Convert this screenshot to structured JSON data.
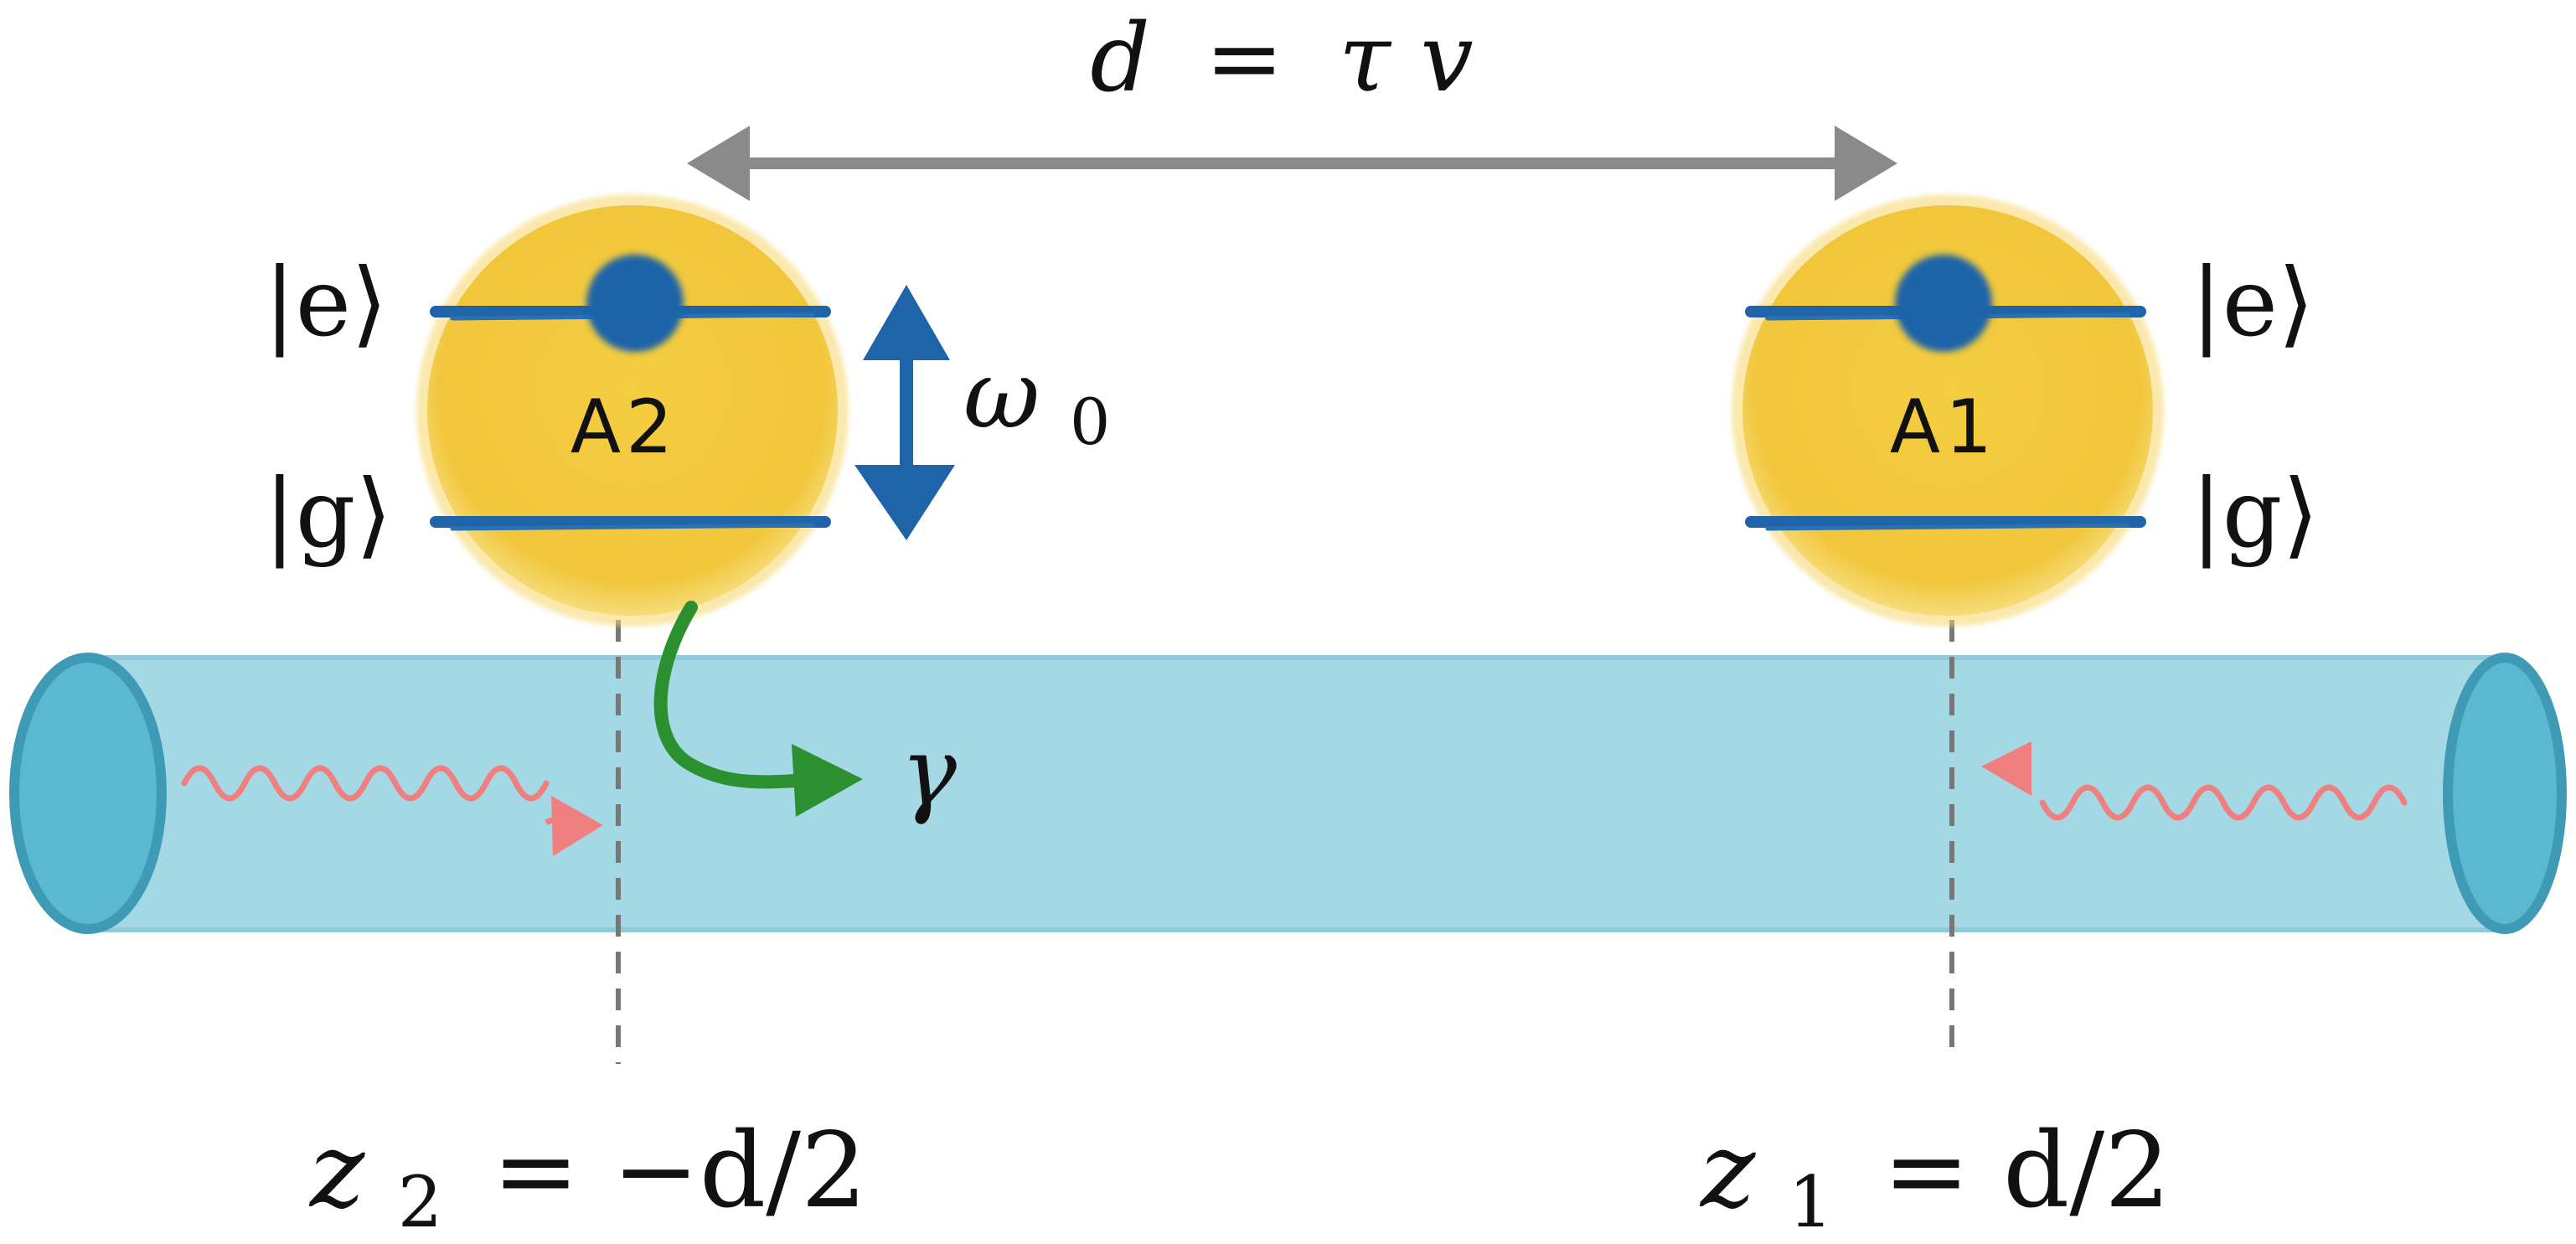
{
  "diagram": {
    "top_label": {
      "d": "d",
      "eq": "=",
      "tau": "τ",
      "v": "v"
    },
    "atoms": [
      {
        "id": "A2",
        "label": "A2",
        "excited_state": "|e⟩",
        "ground_state": "|g⟩",
        "position": {
          "z": "z",
          "sub": "2",
          "rhs": "= −d/2"
        }
      },
      {
        "id": "A1",
        "label": "A1",
        "excited_state": "|e⟩",
        "ground_state": "|g⟩",
        "position": {
          "z": "z",
          "sub": "1",
          "rhs": "= d/2"
        }
      }
    ],
    "transition_frequency": {
      "omega": "ω",
      "sub": "0"
    },
    "decay_rate": "γ",
    "colors": {
      "atom": "#f2c93a",
      "atom_glow": "#f6d76a",
      "level": "#1f64a8",
      "electron": "#1f64a8",
      "waveguide_body": "#a4d8e5",
      "waveguide_end": "#5bb8d0",
      "waveguide_rim": "#3e9ab5",
      "photon": "#f07f7f",
      "decay_arrow": "#2b9130",
      "distance_arrow": "#8a8a8a",
      "dashed_line": "#777777"
    }
  }
}
